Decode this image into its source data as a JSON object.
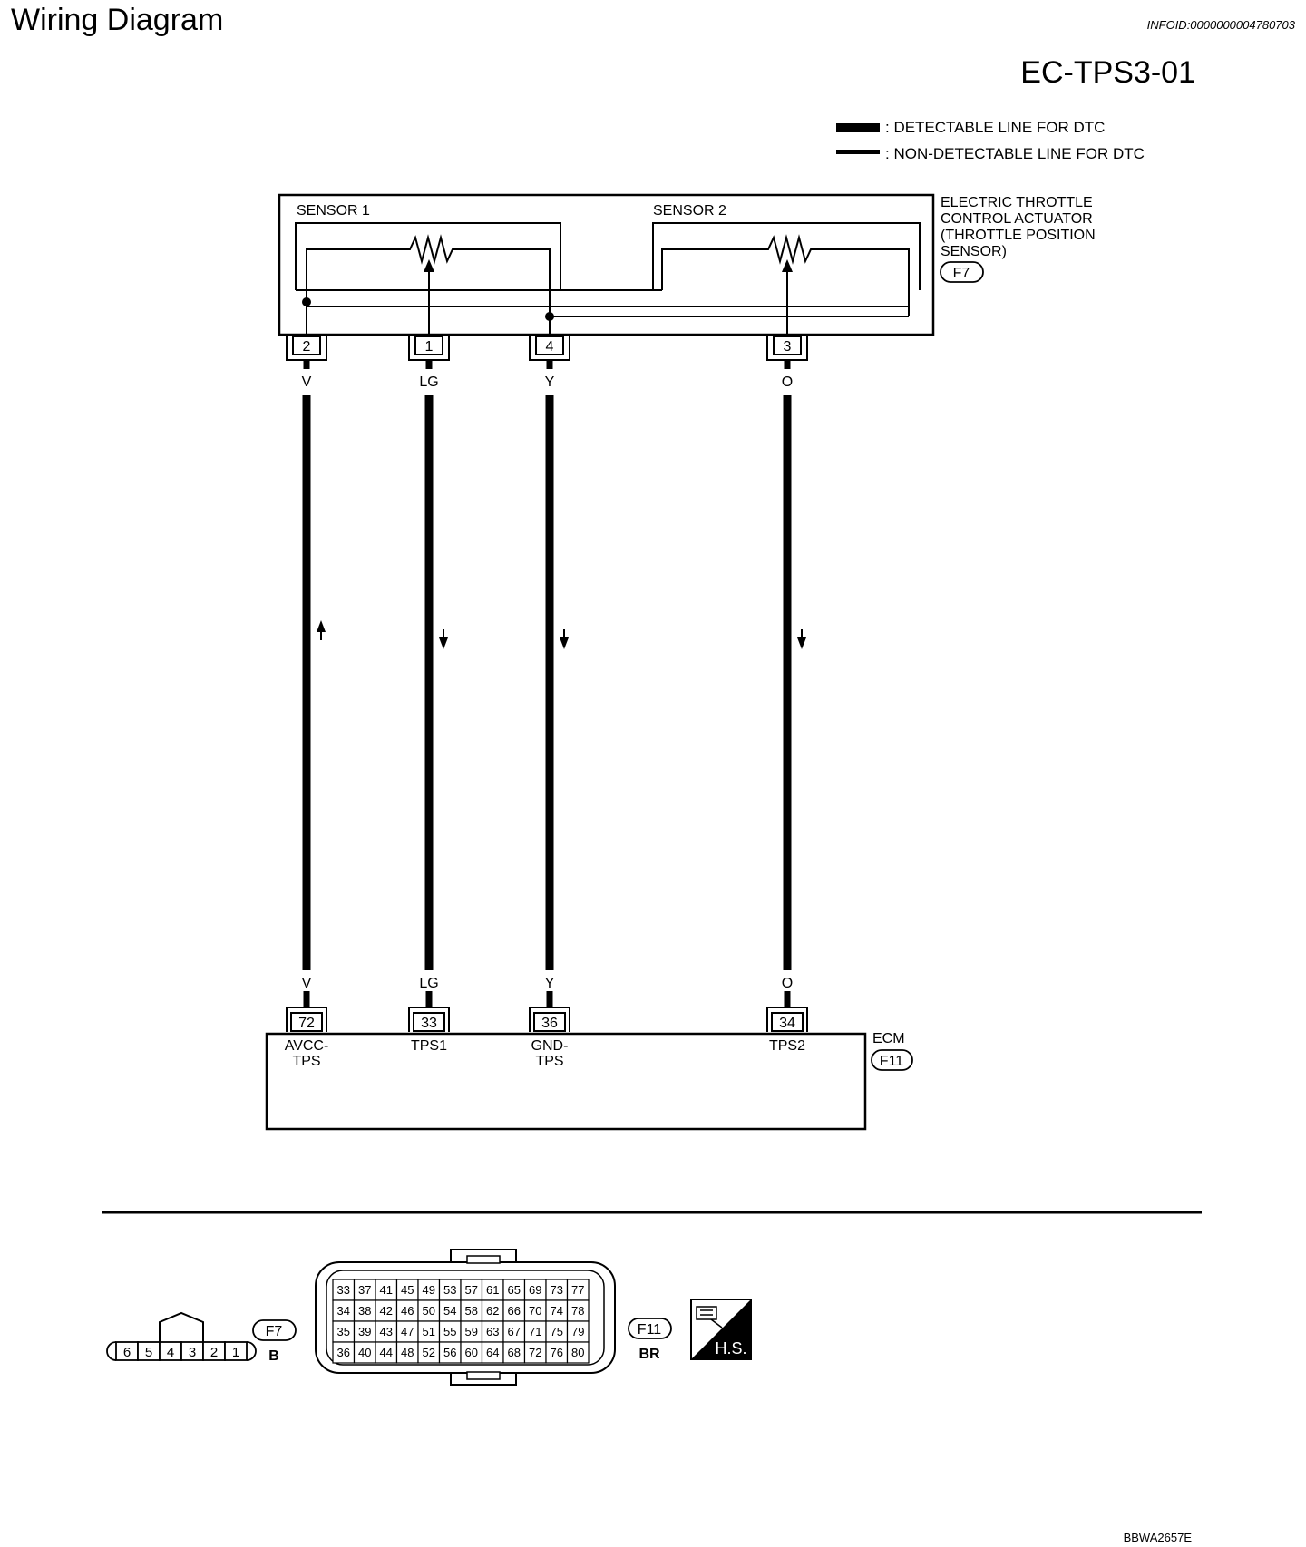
{
  "header": {
    "title": "Wiring Diagram",
    "info_id": "INFOID:0000000004780703",
    "diagram_code": "EC-TPS3-01"
  },
  "legend": {
    "detectable": ": DETECTABLE LINE FOR DTC",
    "non_detectable": ": NON-DETECTABLE LINE FOR DTC"
  },
  "actuator": {
    "name_lines": [
      "ELECTRIC THROTTLE",
      "CONTROL ACTUATOR",
      "(THROTTLE POSITION",
      "SENSOR)"
    ],
    "connector": "F7",
    "sensor1_label": "SENSOR 1",
    "sensor2_label": "SENSOR 2"
  },
  "ecm": {
    "name": "ECM",
    "connector": "F11"
  },
  "wires": [
    {
      "id": "v",
      "sensor_pin": "2",
      "color": "V",
      "ecm_pin": "72",
      "ecm_label_lines": [
        "AVCC-",
        "TPS"
      ],
      "arrow": "up"
    },
    {
      "id": "lg",
      "sensor_pin": "1",
      "color": "LG",
      "ecm_pin": "33",
      "ecm_label_lines": [
        "TPS1"
      ],
      "arrow": "down"
    },
    {
      "id": "y",
      "sensor_pin": "4",
      "color": "Y",
      "ecm_pin": "36",
      "ecm_label_lines": [
        "GND-",
        "TPS"
      ],
      "arrow": "down"
    },
    {
      "id": "o",
      "sensor_pin": "3",
      "color": "O",
      "ecm_pin": "34",
      "ecm_label_lines": [
        "TPS2"
      ],
      "arrow": "down"
    }
  ],
  "connector_f7": {
    "code": "F7",
    "color": "B",
    "pins": [
      "6",
      "5",
      "4",
      "3",
      "2",
      "1"
    ]
  },
  "connector_f11": {
    "code": "F11",
    "color": "BR",
    "rows": [
      [
        "33",
        "37",
        "41",
        "45",
        "49",
        "53",
        "57",
        "61",
        "65",
        "69",
        "73",
        "77"
      ],
      [
        "34",
        "38",
        "42",
        "46",
        "50",
        "54",
        "58",
        "62",
        "66",
        "70",
        "74",
        "78"
      ],
      [
        "35",
        "39",
        "43",
        "47",
        "51",
        "55",
        "59",
        "63",
        "67",
        "71",
        "75",
        "79"
      ],
      [
        "36",
        "40",
        "44",
        "48",
        "52",
        "56",
        "60",
        "64",
        "68",
        "72",
        "76",
        "80"
      ]
    ]
  },
  "hs_badge": "H.S.",
  "figure_code": "BBWA2657E"
}
